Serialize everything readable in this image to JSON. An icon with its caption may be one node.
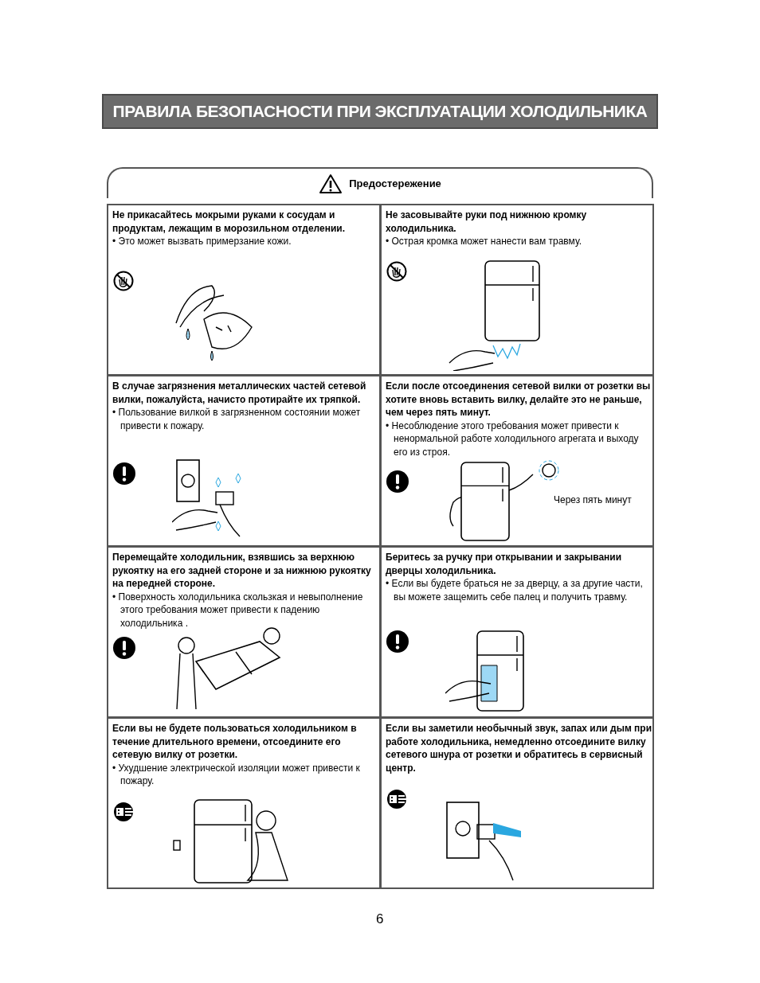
{
  "diagram": {
    "title": "ПРАВИЛА БЕЗОПАСНОСТИ ПРИ ЭКСПЛУАТАЦИИ ХОЛОДИЛЬНИКА",
    "nodes": [
      {
        "text": [
          "Предостережение"
        ]
      },
      {
        "text": [
          "Не прикасайтесь мокрыми руками к сосудам и продуктам, лежащим в морозильном отделении.",
          "• Это может вызвать примерзание кожи."
        ]
      },
      {
        "text": [
          "Не засовывайте руки под нижнюю кромку холодильника.",
          "• Острая кромка может нанести вам травму."
        ]
      },
      {
        "text": [
          "В случае загрязнения металлических частей сетевой вилки, пожалуйста, начисто протирайте их тряпкой.",
          "• Пользование вилкой в загрязненном состоянии может привести к пожару."
        ]
      },
      {
        "text": [
          "Если после отсоединения сетевой вилки от розетки вы хотите вновь вставить вилку, делайте это не раньше, чем через пять минут.",
          "• Несоблюдение этого требования может привести к ненормальной работе холодильного агрегата и выходу его из строя."
        ]
      },
      {
        "text": [
          "Перемещайте холодильник, взявшись за верхнюю рукоятку на его задней стороне и за нижнюю рукоятку на передней стороне.",
          "• Поверхность холодильника скользкая и невыполнение этого требования может привести к падению холодильника ."
        ]
      },
      {
        "text": [
          "Беритесь за ручку при открывании и закрывании дверцы холодильника.",
          "• Если вы будете браться не за дверцу, а за другие части, вы можете защемить себе палец и получить травму."
        ]
      },
      {
        "text": [
          "Если вы не будете пользоваться холодильником в течение длительного времени, отсоедините его сетевую вилку от розетки.",
          "• Ухудшение электрической изоляции может привести к пожару."
        ]
      },
      {
        "text": [
          "Если вы заметили необычный звук, запах или дым при работе холодильника, немедленно отсоедините вилку сетевого шнура от розетки и обратитесь в сервисный центр."
        ]
      }
    ],
    "labels": [
      "Через пять минут",
      "6"
    ]
  }
}
